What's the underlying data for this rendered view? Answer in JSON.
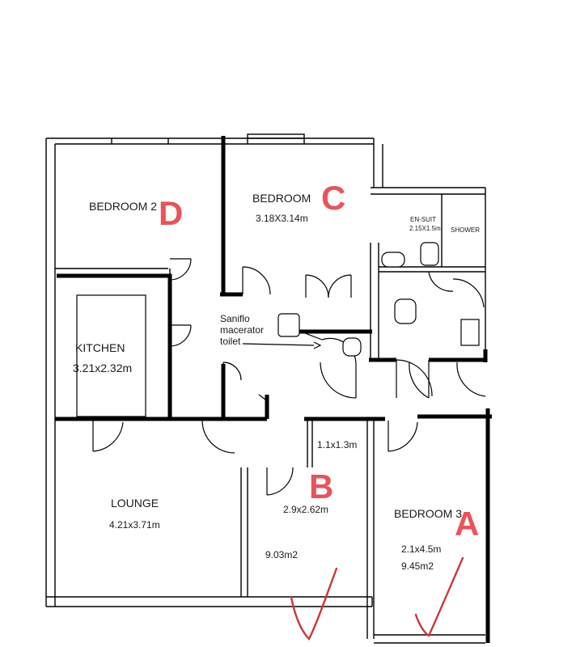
{
  "colors": {
    "wall": "#000000",
    "marker": "#e8545a",
    "tick": "#c73a3a"
  },
  "rooms": {
    "bedroom_d": {
      "name": "BEDROOM 2",
      "marker": "D"
    },
    "bedroom_c": {
      "name": "BEDROOM",
      "dims": "3.18X3.14m",
      "marker": "C"
    },
    "ensuite": {
      "name": "EN-SUIT",
      "dims": "2.15X1.5m"
    },
    "shower": {
      "name": "SHOWER"
    },
    "kitchen": {
      "name": "KITCHEN",
      "dims": "3.21x2.32m"
    },
    "lounge": {
      "name": "LOUNGE",
      "dims": "4.21x3.71m"
    },
    "bedroom_b": {
      "marker": "B",
      "dims": "2.9x2.62m",
      "area": "9.03m2",
      "cupboard_dims": "1.1x1.3m"
    },
    "bedroom_a": {
      "name": "BEDROOM 3",
      "marker": "A",
      "dims": "2.1x4.5m",
      "area": "9.45m2"
    }
  },
  "annotations": {
    "saniflo_line1": "Saniflo",
    "saniflo_line2": "macerator",
    "saniflo_line3": "toilet"
  }
}
